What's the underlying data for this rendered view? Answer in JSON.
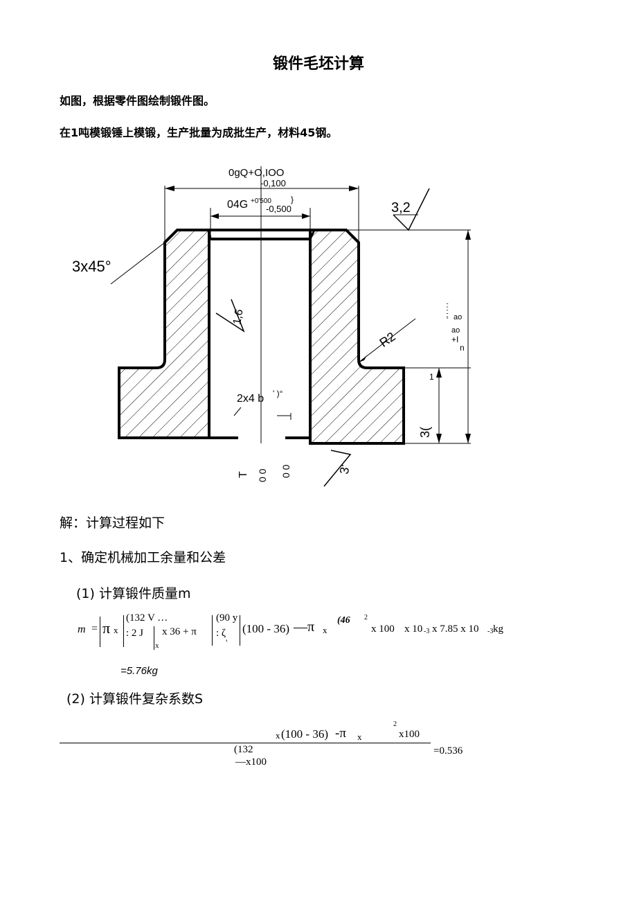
{
  "title": "锻件毛坯计算",
  "intro": {
    "line1": "如图，根据零件图绘制锻件图。",
    "line2": "在1吨模锻锤上模锻，生产批量为成批生产，材料45钢。"
  },
  "drawing": {
    "dim_top_main": "0gQ+O,IOO",
    "dim_top_tol": "-0,100",
    "dim_inner_main": "04G",
    "dim_inner_sup": "+0'500",
    "dim_inner_tol": "-0,500",
    "dim_inner_mark": "}",
    "roughness_top": "3,2",
    "chamfer": "3x45°",
    "roughness_inner": "1,6",
    "radius": "R2",
    "right_tol_1": "ao",
    "right_tol_2": "ao",
    "right_tol_3": "+I",
    "right_tol_4": "n",
    "right_garble": "'' ' ' ' '",
    "right_dim_low_1": "1",
    "right_dim_low_2": "3(",
    "center_note": "2x4 b",
    "center_note_mark": "' )°",
    "roughness_bottom": "3'",
    "bottom_marks": [
      "T",
      "0 0",
      "0 0"
    ]
  },
  "solution": {
    "heading": "解：计算过程如下",
    "step1": "1、确定机械加工余量和公差",
    "step1_sub": "(1) 计算锻件质量m",
    "formula_m": {
      "lhs": "m",
      "eq": "=",
      "pi": "π",
      "x": "x",
      "a_top": "(132 V …",
      "a_bot": ": 2 J",
      "a_sub": "x",
      "mid": "x 36 + π",
      "b_top": "(90 y",
      "b_bot": ": ζ",
      "b_dot": "'",
      "c": "(100 - 36)",
      "dash": "—π",
      "x2": "x",
      "d": "(46",
      "sup2": "2",
      "e": "x 100",
      "f": "x 10",
      "f_sub": "-3",
      "g": "x 7.85 x 10",
      "g_sub": "-3",
      "unit": "kg"
    },
    "result_m": "=5.76kg",
    "step2_sub": "(2) 计算锻件复杂系数S",
    "formula_s": {
      "num_a": "x",
      "num_b": "(100 - 36)",
      "num_c": "-π",
      "num_d": "x",
      "num_sup": "2",
      "num_e": "x100",
      "den_a": "(132",
      "den_b": "—x100",
      "result": "=0.536"
    }
  }
}
